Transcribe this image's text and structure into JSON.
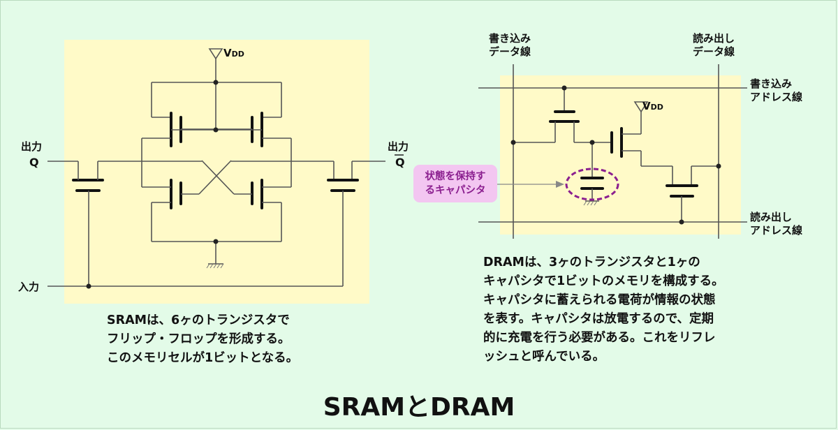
{
  "title": "SRAMとDRAM",
  "sram": {
    "vdd": "V",
    "vdd_sub": "DD",
    "output_label": "出力",
    "q_label": "Q",
    "qbar_label": "Q",
    "input_label": "入力",
    "caption": "SRAMは、6ヶのトランジスタで\nフリップ・フロップを形成する。\nこのメモリセルが1ビットとなる。"
  },
  "dram": {
    "write_data_line": "書き込み\nデータ線",
    "read_data_line": "読み出し\nデータ線",
    "write_address_line": "書き込み\nアドレス線",
    "read_address_line": "読み出し\nアドレス線",
    "vdd": "V",
    "vdd_sub": "DD",
    "capacitor_callout": "状態を保持す\nるキャパシタ",
    "caption": "DRAMは、3ヶのトランジスタと1ヶの\nキャパシタで1ビットのメモリを構成する。\nキャパシタに蓄えられる電荷が情報の状態\nを表す。キャパシタは放電するので、定期\n的に充電を行う必要がある。これをリフレ\nッシュと呼んでいる。"
  },
  "colors": {
    "background": "#e3fbe8",
    "panel": "#fffac8",
    "callout": "#f3c6f1",
    "callout_text": "#8b1f8f",
    "capacitor_ring": "#8b1f8f"
  }
}
